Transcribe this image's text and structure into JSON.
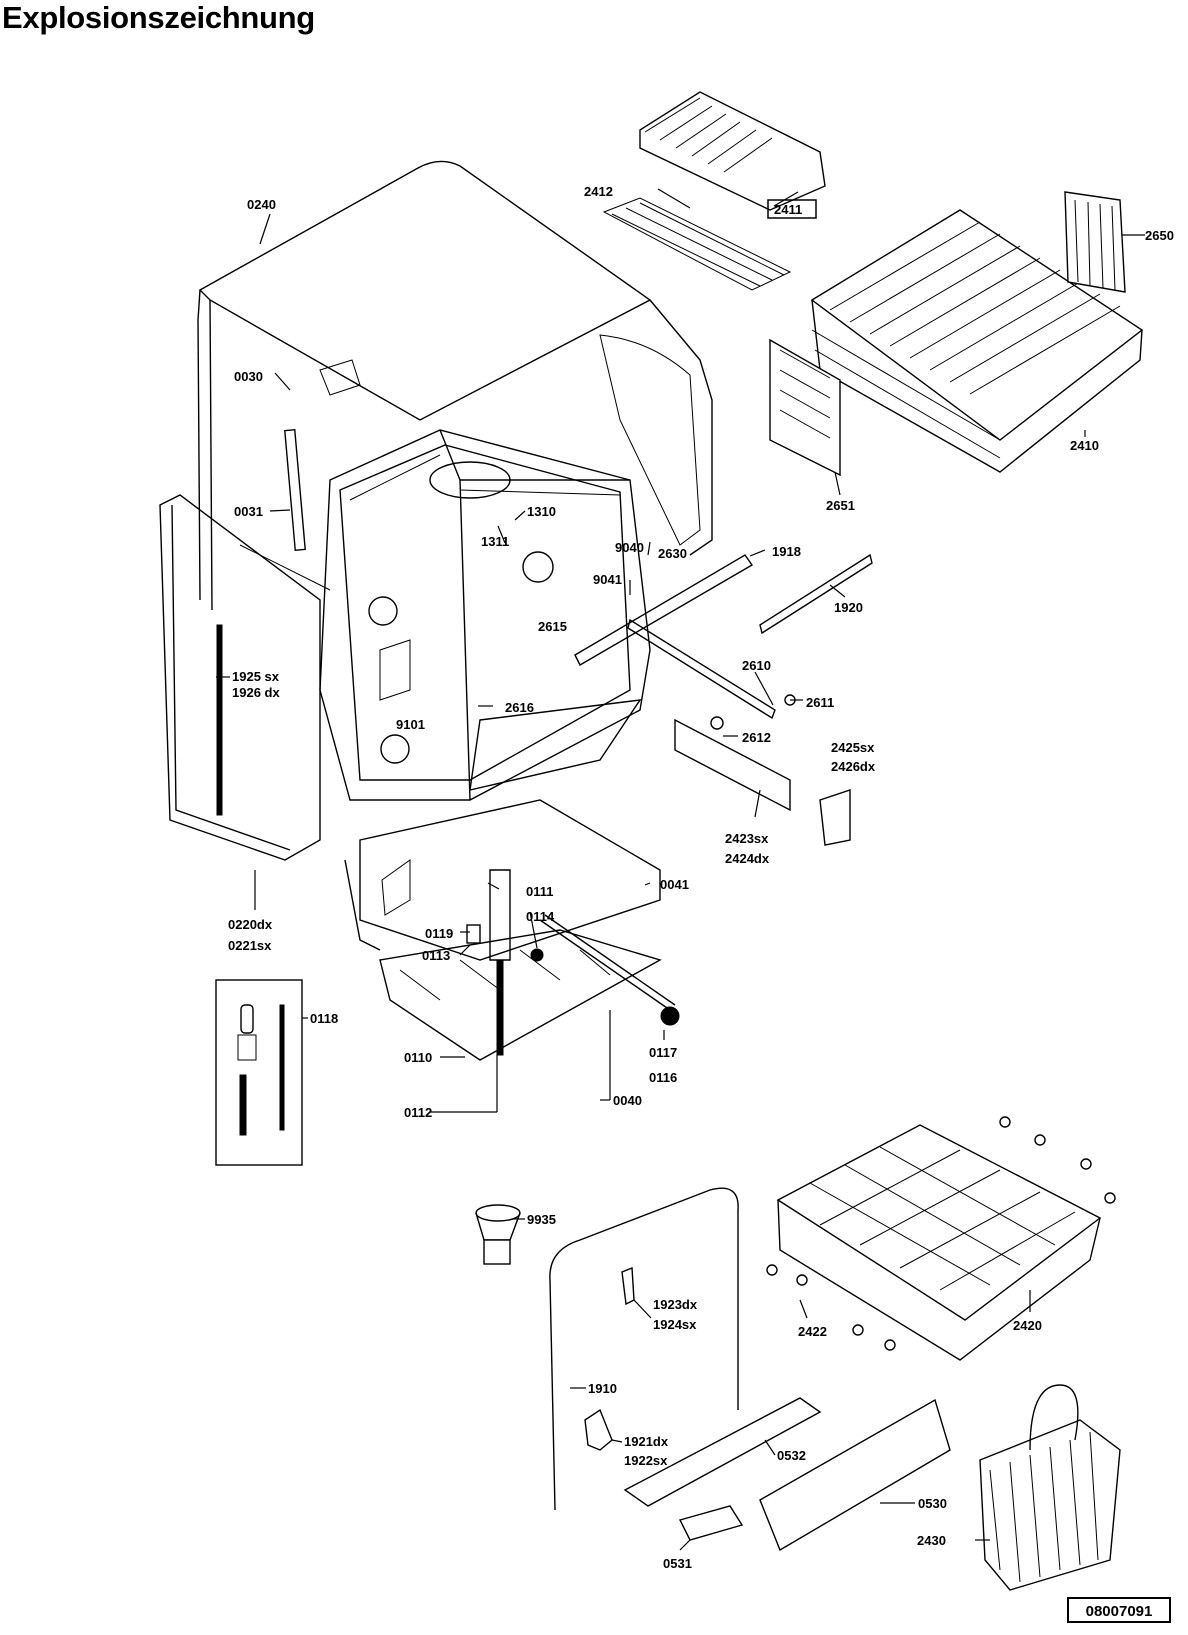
{
  "title": "Explosionszeichnung",
  "doc_number": "08007091",
  "labels": {
    "l0240": "0240",
    "l2412": "2412",
    "l2411": "2411",
    "l2650": "2650",
    "l0030": "0030",
    "l0031": "0031",
    "l1310": "1310",
    "l1311": "1311",
    "l9040": "9040",
    "l2630": "2630",
    "l1918": "1918",
    "l9041": "9041",
    "l2651": "2651",
    "l2410": "2410",
    "l1920": "1920",
    "l2615": "2615",
    "l1925": "1925 sx",
    "l1926": "1926 dx",
    "l9101": "9101",
    "l2616": "2616",
    "l2610": "2610",
    "l2611": "2611",
    "l2612": "2612",
    "l2425": "2425sx",
    "l2426": "2426dx",
    "l2423": "2423sx",
    "l2424": "2424dx",
    "l0111": "0111",
    "l0041": "0041",
    "l0114": "0114",
    "l0119": "0119",
    "l0113": "0113",
    "l0220": "0220dx",
    "l0221": "0221sx",
    "l0118": "0118",
    "l0117": "0117",
    "l0116": "0116",
    "l0110": "0110",
    "l0040": "0040",
    "l0112": "0112",
    "l9935": "9935",
    "l1923": "1923dx",
    "l1924": "1924sx",
    "l2422": "2422",
    "l2420": "2420",
    "l1910": "1910",
    "l1921": "1921dx",
    "l1922": "1922sx",
    "l0532": "0532",
    "l0530": "0530",
    "l2430": "2430",
    "l0531": "0531"
  }
}
